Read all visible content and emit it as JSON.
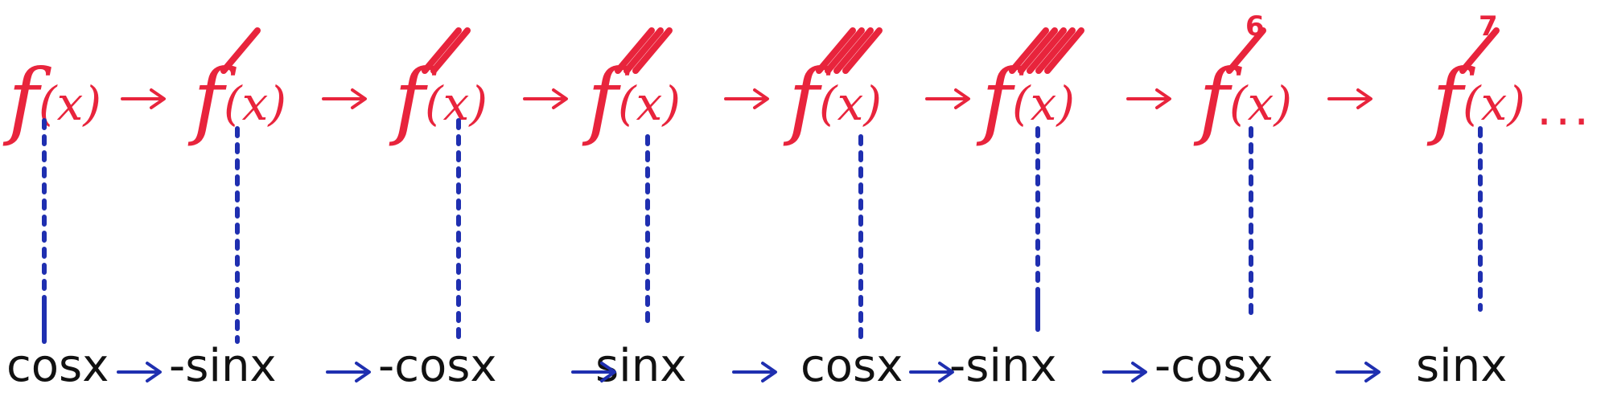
{
  "colors": {
    "red": "#e8243c",
    "blue": "#1f2fb0",
    "black": "#111111"
  },
  "derivatives": [
    {
      "letter": "f",
      "arg": "(x)",
      "order_label": "",
      "tick_count": 0
    },
    {
      "letter": "f",
      "arg": "(x)",
      "order_label": "",
      "tick_count": 1
    },
    {
      "letter": "f",
      "arg": "(x)",
      "order_label": "",
      "tick_count": 2
    },
    {
      "letter": "f",
      "arg": "(x)",
      "order_label": "",
      "tick_count": 3
    },
    {
      "letter": "f",
      "arg": "(x)",
      "order_label": "",
      "tick_count": 4
    },
    {
      "letter": "f",
      "arg": "(x)",
      "order_label": "",
      "tick_count": 5
    },
    {
      "letter": "f",
      "arg": "(x)",
      "order_label": "6",
      "tick_count": 1
    },
    {
      "letter": "f",
      "arg": "(x)",
      "order_label": "7",
      "tick_count": 1
    }
  ],
  "continuation": "...",
  "results": [
    "cosx",
    "-sinx",
    "-cosx",
    "sinx",
    "cosx",
    "-sinx",
    "-cosx",
    "sinx"
  ]
}
